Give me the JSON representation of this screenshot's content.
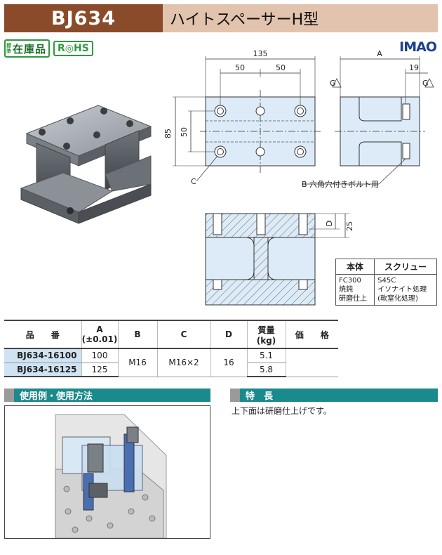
{
  "header": {
    "code": "BJ634",
    "name": "ハイトスペーサーH型"
  },
  "badges": {
    "stock_small_1": "標",
    "stock_small_2": "準",
    "stock_main": "在庫品",
    "rohs": "R◎HS"
  },
  "logo": "IMAO",
  "dimensions": {
    "width_total": "135",
    "pitch_1": "50",
    "pitch_2": "50",
    "height_total": "85",
    "height_pitch": "50",
    "label_A": "A",
    "side_19": "19",
    "label_D": "D",
    "depth_25": "25",
    "label_C": "C",
    "label_B": "B 六角穴付きボルト用",
    "g_mark": "G"
  },
  "material_table": {
    "headers": [
      "本体",
      "スクリュー"
    ],
    "body_lines": [
      "FC300",
      "焼鈍",
      "研磨仕上"
    ],
    "screw_lines": [
      "S45C",
      "イソナイト処理",
      "(軟窒化処理)"
    ]
  },
  "spec_table": {
    "headers": {
      "code": "品　　番",
      "a_top": "A",
      "a_bottom": "(±0.01)",
      "b": "B",
      "c": "C",
      "d": "D",
      "mass_top": "質量",
      "mass_bottom": "(kg)",
      "price": "価　　格"
    },
    "rows": [
      {
        "code": "BJ634-16100",
        "a": "100",
        "mass": "5.1"
      },
      {
        "code": "BJ634-16125",
        "a": "125",
        "mass": "5.8"
      }
    ],
    "shared": {
      "b": "M16",
      "c": "M16×2",
      "d": "16"
    }
  },
  "sections": {
    "usage": "使用例・使用方法",
    "features": "特　長",
    "features_text": "上下面は研磨仕上げです。"
  },
  "colors": {
    "header_code_bg": "#8a4b2a",
    "header_name_bg": "#e2c3ad",
    "section_bg": "#1b8a8c",
    "drawing_fill": "#dcebf7",
    "code_cell_bg": "#cfe3f2",
    "badge_green": "#2e9a3e",
    "logo_blue": "#1d3f8f"
  }
}
